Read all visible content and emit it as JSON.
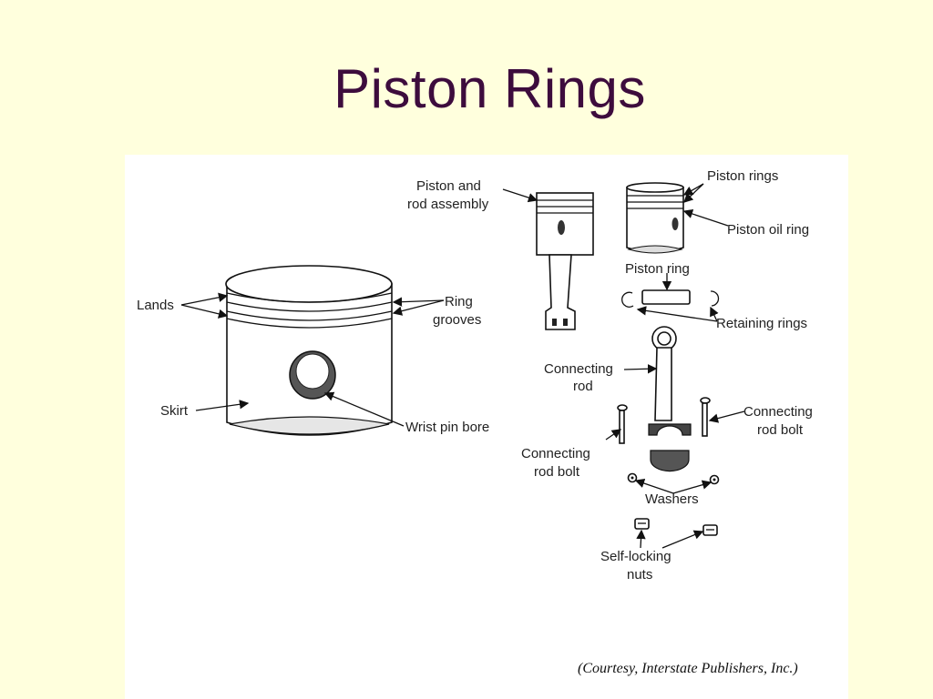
{
  "slide": {
    "title": "Piston Rings"
  },
  "figure": {
    "labels": {
      "lands": "Lands",
      "ring_line1": "Ring",
      "ring_line2": "grooves",
      "skirt": "Skirt",
      "wrist_pin_bore": "Wrist pin bore",
      "assembly_line1": "Piston and",
      "assembly_line2": "rod assembly",
      "piston_rings": "Piston rings",
      "piston_oil_ring": "Piston oil ring",
      "piston_ring": "Piston ring",
      "retaining_rings": "Retaining rings",
      "conn_rod_line1": "Connecting",
      "conn_rod_line2": "rod",
      "bolt_right_line1": "Connecting",
      "bolt_right_line2": "rod bolt",
      "bolt_left_line1": "Connecting",
      "bolt_left_line2": "rod bolt",
      "washers": "Washers",
      "nuts_line1": "Self-locking",
      "nuts_line2": "nuts"
    },
    "credit": "(Courtesy, Interstate Publishers, Inc.)"
  }
}
